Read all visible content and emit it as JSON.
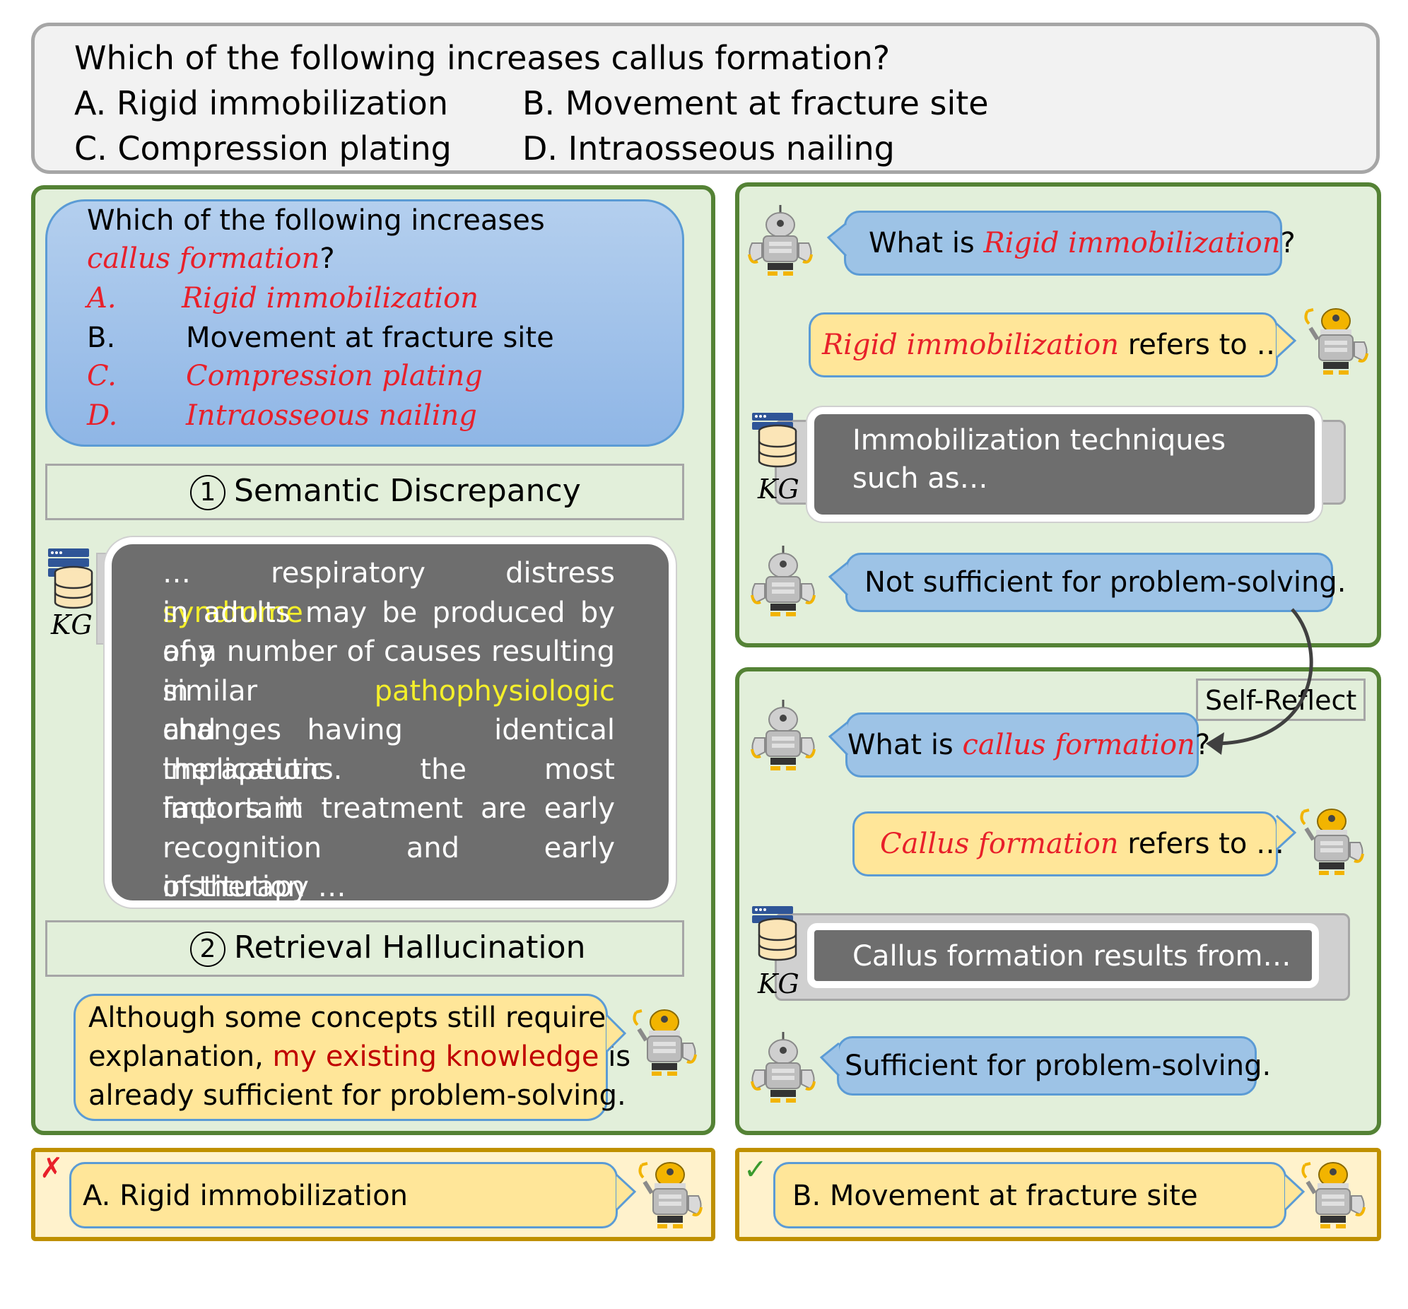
{
  "question": {
    "stem": "Which of the following increases callus formation?",
    "options": {
      "a": "A. Rigid immobilization",
      "b": "B. Movement at fracture site",
      "c": "C. Compression plating",
      "d": "D. Intraosseous nailing"
    }
  },
  "left": {
    "question_card": {
      "line1": "Which of the following increases",
      "highlight": "callus formation",
      "qmark": "?",
      "options": [
        {
          "letter": "A.",
          "text": "Rigid immobilization"
        },
        {
          "letter": "B.",
          "text": "Movement at fracture site"
        },
        {
          "letter": "C.",
          "text": "Compression plating"
        },
        {
          "letter": "D.",
          "text": "Intraosseous nailing"
        }
      ]
    },
    "issue1": {
      "num": "1",
      "label": "Semantic Discrepancy"
    },
    "kg_label": "KG",
    "kg_passage": {
      "lines": [
        "… respiratory distress",
        "in adults may be produced by any",
        "of a number of causes resulting in",
        "similar",
        "changes",
        "and having identical therapeutic",
        "implications. the most important",
        "factors in treatment are early",
        "recognition and early institution",
        "of therapy …"
      ],
      "hl1": "syndrome",
      "hl2": "pathophysiologic"
    },
    "issue2": {
      "num": "2",
      "label": "Retrieval Hallucination"
    },
    "agent_reply": {
      "line1": "Although some concepts still require",
      "line2a": "explanation,",
      "line2hl": "my existing knowledge",
      "line2b": "is",
      "line3": "already sufficient for problem-solving."
    }
  },
  "right_top": {
    "q_prefix": "What is",
    "q_term": "Rigid immobilization",
    "q_suffix": "?",
    "a_term": "Rigid immobilization",
    "a_suffix": "refers to …",
    "kg_label": "KG",
    "kg_line1": "Immobilization techniques",
    "kg_line2": "such as…",
    "verdict": "Not sufficient for problem-solving."
  },
  "self_reflect": "Self-Reflect",
  "right_bottom": {
    "q_prefix": "What is",
    "q_term": "callus formation",
    "q_suffix": "?",
    "a_term": "Callus formation",
    "a_suffix": "refers to …",
    "kg_label": "KG",
    "kg_line": "Callus formation results from…",
    "verdict": "Sufficient for problem-solving."
  },
  "answers": {
    "wrong_mark": "✗",
    "wrong": "A. Rigid immobilization",
    "right_mark": "✓",
    "right": "B. Movement at fracture site"
  },
  "colors": {
    "panel_border": "#548235",
    "panel_fill": "#e2efda",
    "answer_border": "#bf9000",
    "answer_fill": "#fff2cc",
    "bubble_blue": "#9dc3e6",
    "bubble_yellow": "#ffe699",
    "highlight_red": "#e8202a",
    "highlight_yellow": "#f4ef2a",
    "kg_gray": "#6e6e6e"
  }
}
